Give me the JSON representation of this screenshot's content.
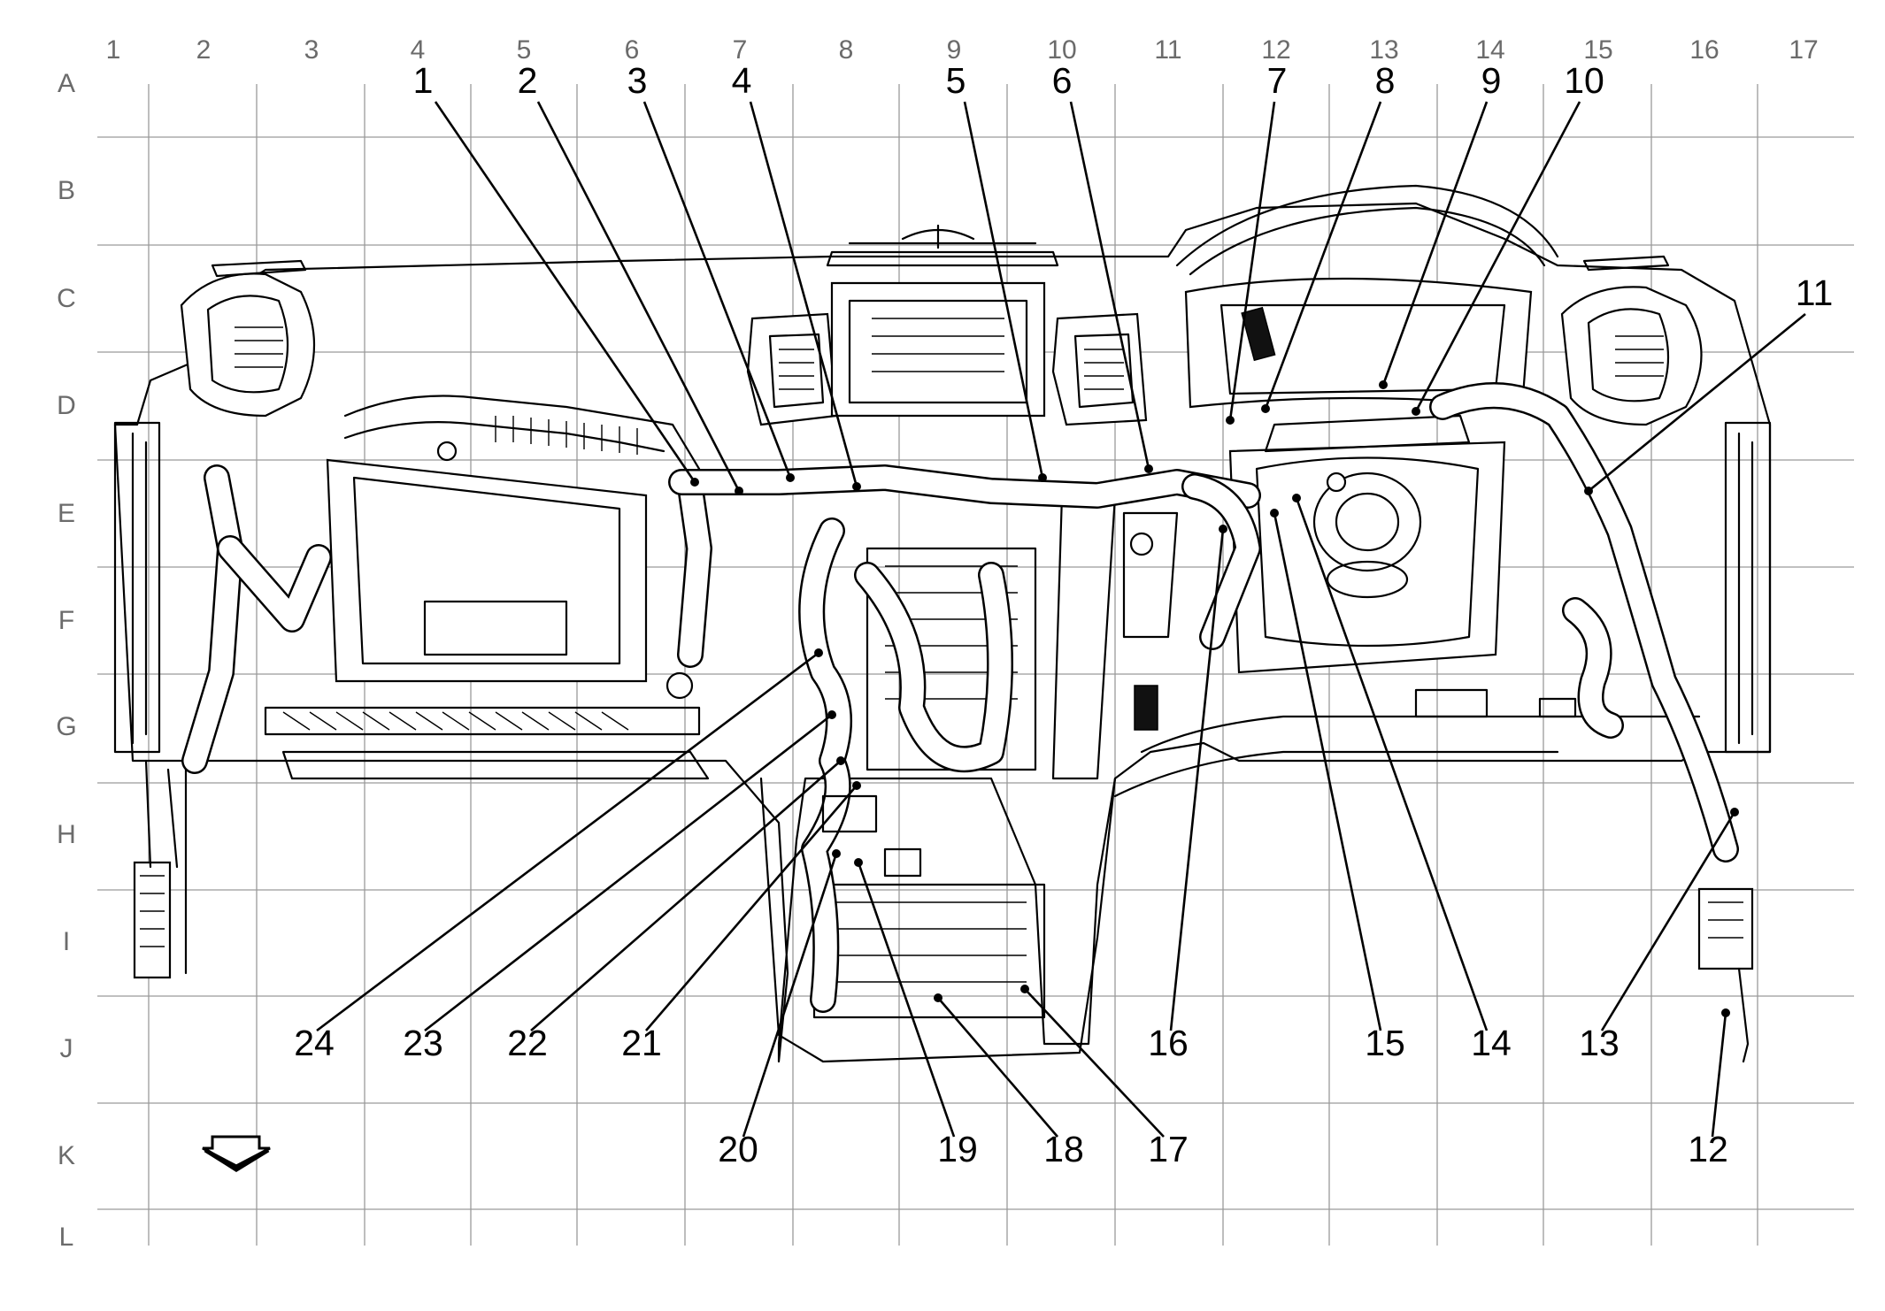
{
  "grid": {
    "columns": [
      "1",
      "2",
      "3",
      "4",
      "5",
      "6",
      "7",
      "8",
      "9",
      "10",
      "11",
      "12",
      "13",
      "14",
      "15",
      "16",
      "17"
    ],
    "rows": [
      "A",
      "B",
      "C",
      "D",
      "E",
      "F",
      "G",
      "H",
      "I",
      "J",
      "K",
      "L"
    ]
  },
  "callouts": [
    "1",
    "2",
    "3",
    "4",
    "5",
    "6",
    "7",
    "8",
    "9",
    "10",
    "11",
    "12",
    "13",
    "14",
    "15",
    "16",
    "17",
    "18",
    "19",
    "20",
    "21",
    "22",
    "23",
    "24"
  ],
  "icons": {
    "direction_arrow": "front-arrow-icon"
  }
}
